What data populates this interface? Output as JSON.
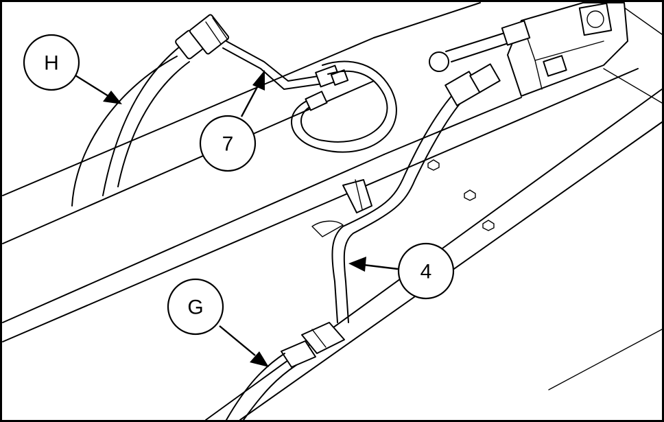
{
  "callouts": {
    "H": "H",
    "seven": "7",
    "four": "4",
    "G": "G"
  },
  "colors": {
    "line": "#000000",
    "background": "#ffffff"
  }
}
